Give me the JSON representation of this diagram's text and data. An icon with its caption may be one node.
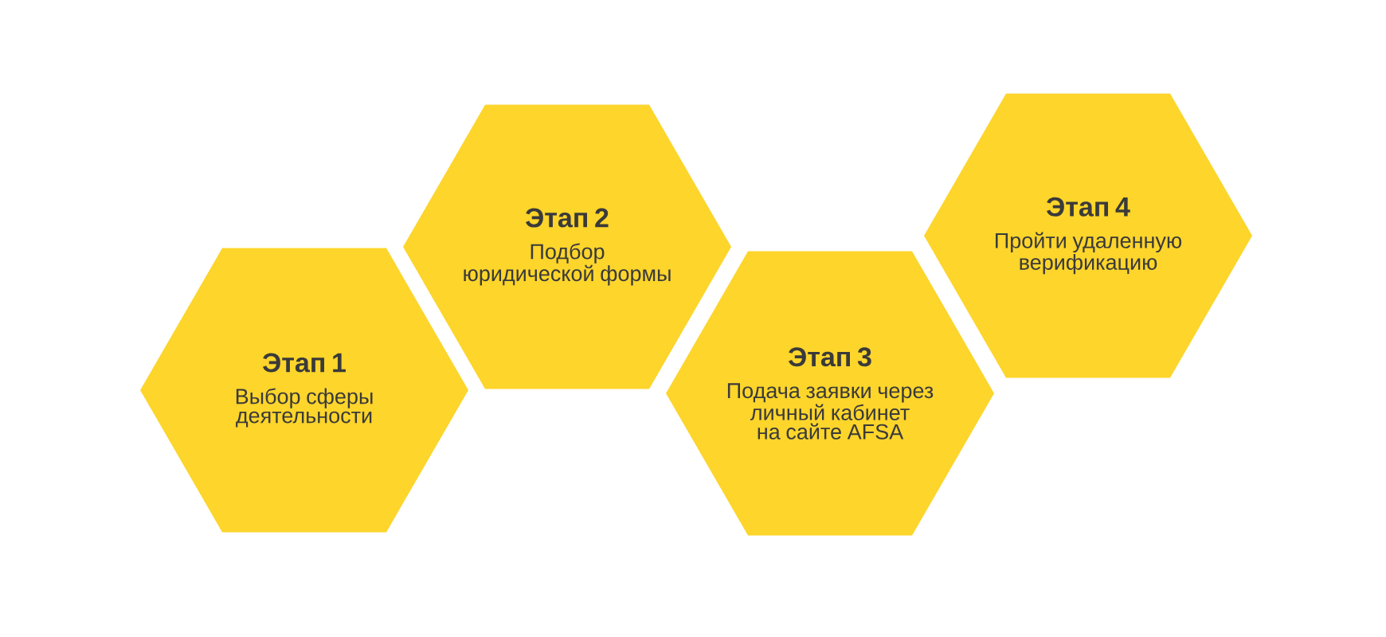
{
  "diagram": {
    "nodes": [
      {
        "text": [
          "Этап 1",
          "Выбор сферы деятельности"
        ]
      },
      {
        "text": [
          "Этап 2",
          "Подбор юридической формы"
        ]
      },
      {
        "text": [
          "Этап 3",
          "Подача заявки через личный кабинет на сайте AFSA"
        ]
      },
      {
        "text": [
          "Этап 4",
          "Пройти удаленную верификацию"
        ]
      }
    ]
  }
}
